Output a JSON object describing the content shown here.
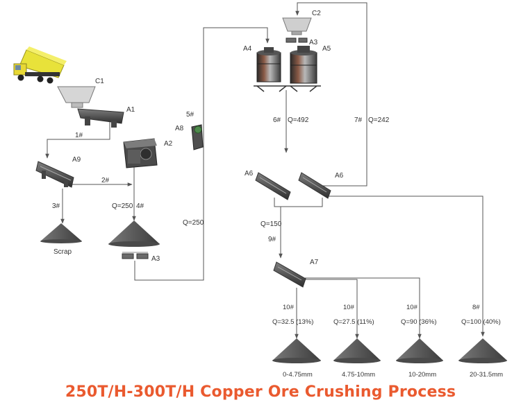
{
  "title": "250T/H-300T/H Copper Ore Crushing Process",
  "colors": {
    "title": "#ea5a2f",
    "line": "#555555",
    "pile": "#5e5e5e",
    "truck": "#e8e23a"
  },
  "equipment": {
    "truck": "dump-truck-icon",
    "c1": "C1",
    "a1": "A1",
    "a2": "A2",
    "a9": "A9",
    "a8": "A8",
    "a3_bottom": "A3",
    "a3_top": "A3",
    "c2": "C2",
    "a4": "A4",
    "a5": "A5",
    "a6_left": "A6",
    "a6_right": "A6",
    "a7": "A7"
  },
  "streams": {
    "s1": "1#",
    "s2": "2#",
    "s3": "3#",
    "s4_q": "Q=250",
    "s4": "4#",
    "s5": "5#",
    "s5_q": "Q=250",
    "s6": "6#",
    "s6_q": "Q=492",
    "s7": "7#",
    "s7_q": "Q=242",
    "s9_q": "Q=150",
    "s9": "9#"
  },
  "products": [
    {
      "stream": "10#",
      "q": "Q=32.5 (13%)",
      "size": "0-4.75mm"
    },
    {
      "stream": "10#",
      "q": "Q=27.5 (11%)",
      "size": "4.75-10mm"
    },
    {
      "stream": "10#",
      "q": "Q=90  (36%)",
      "size": "10-20mm"
    },
    {
      "stream": "8#",
      "q": "Q=100 (40%)",
      "size": "20-31.5mm"
    }
  ],
  "scrap_label": "Scrap"
}
